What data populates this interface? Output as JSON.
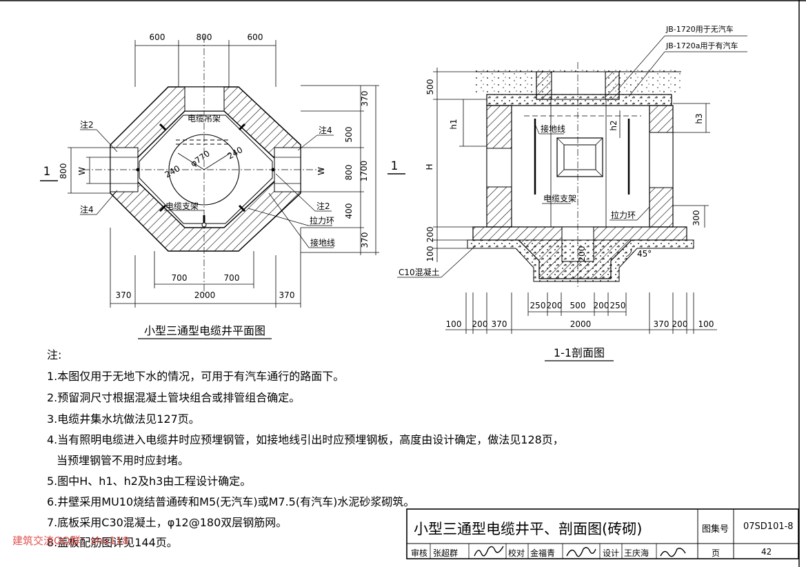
{
  "plan": {
    "title": "小型三通型电缆井平面图",
    "dims_top": [
      "600",
      "800",
      "600"
    ],
    "dims_right": [
      "370",
      "500",
      "800",
      "400",
      "370"
    ],
    "dim_right_total": "1700",
    "dims_bottom": [
      "700",
      "700"
    ],
    "dims_bottom_total": [
      "370",
      "2000",
      "370"
    ],
    "dim_left": "800",
    "w_label": "W",
    "section_mark": "1",
    "center_dia": "φ770",
    "radius_a": "240",
    "radius_b": "240",
    "labels": {
      "cable_hanger": "电缆吊架",
      "cable_bracket": "电缆支架",
      "pull_ring": "拉力环",
      "ground_wire": "接地线",
      "note2": "注2",
      "note4": "注4"
    }
  },
  "section": {
    "title": "1-1剖面图",
    "cover_labels": [
      "JB-1720用于无汽车",
      "JB-1720a用于有汽车"
    ],
    "dims_left": [
      "500",
      "200",
      "100"
    ],
    "h_labels": [
      "h1",
      "H",
      "h2",
      "h3"
    ],
    "dim_300": "300",
    "dim_200_sump": "200",
    "angle": "45°",
    "c10_label": "C10混凝土",
    "ground_wire": "接地线",
    "cable_bracket": "电缆支架",
    "pull_ring": "拉力环",
    "dims_top_row": [
      "250",
      "200",
      "500",
      "200",
      "250"
    ],
    "dims_bottom_row": [
      "100",
      "200",
      "370",
      "2000",
      "370",
      "200",
      "100"
    ]
  },
  "notes": {
    "heading": "注:",
    "items": [
      "1.本图仅用于无地下水的情况，可用于有汽车通行的路面下。",
      "2.预留洞尺寸根据混凝土管块组合或排管组合确定。",
      "3.电缆井集水坑做法见127页。",
      "4.当有照明电缆进入电缆井时应预埋钢管，如接地线引出时应预埋钢板，高度由设计确定，做法见128页，",
      "当预埋钢管不用时应封堵。",
      "5.图中H、h1、h2及h3由工程设计确定。",
      "6.井壁采用MU10烧结普通砖和M5(无汽车)或M7.5(有汽车)水泥砂浆砌筑。",
      "7.底板采用C30混凝土，φ12@180双层钢筋网。",
      "8.盖板配筋图详见144页。"
    ]
  },
  "title_block": {
    "title": "小型三通型电缆井平、剖面图(砖砌)",
    "atlas_label": "图集号",
    "atlas_no": "07SD101-8",
    "page_label": "页",
    "page_no": "42",
    "review_label": "审核",
    "reviewer": "张超群",
    "check_label": "校对",
    "checker": "金福青",
    "design_label": "设计",
    "designer": "王庆海"
  },
  "watermark": "建筑交流QQ群：zhu118",
  "colors": {
    "line": "#000000",
    "hatch": "#000000",
    "watermark": "#e0524f"
  }
}
